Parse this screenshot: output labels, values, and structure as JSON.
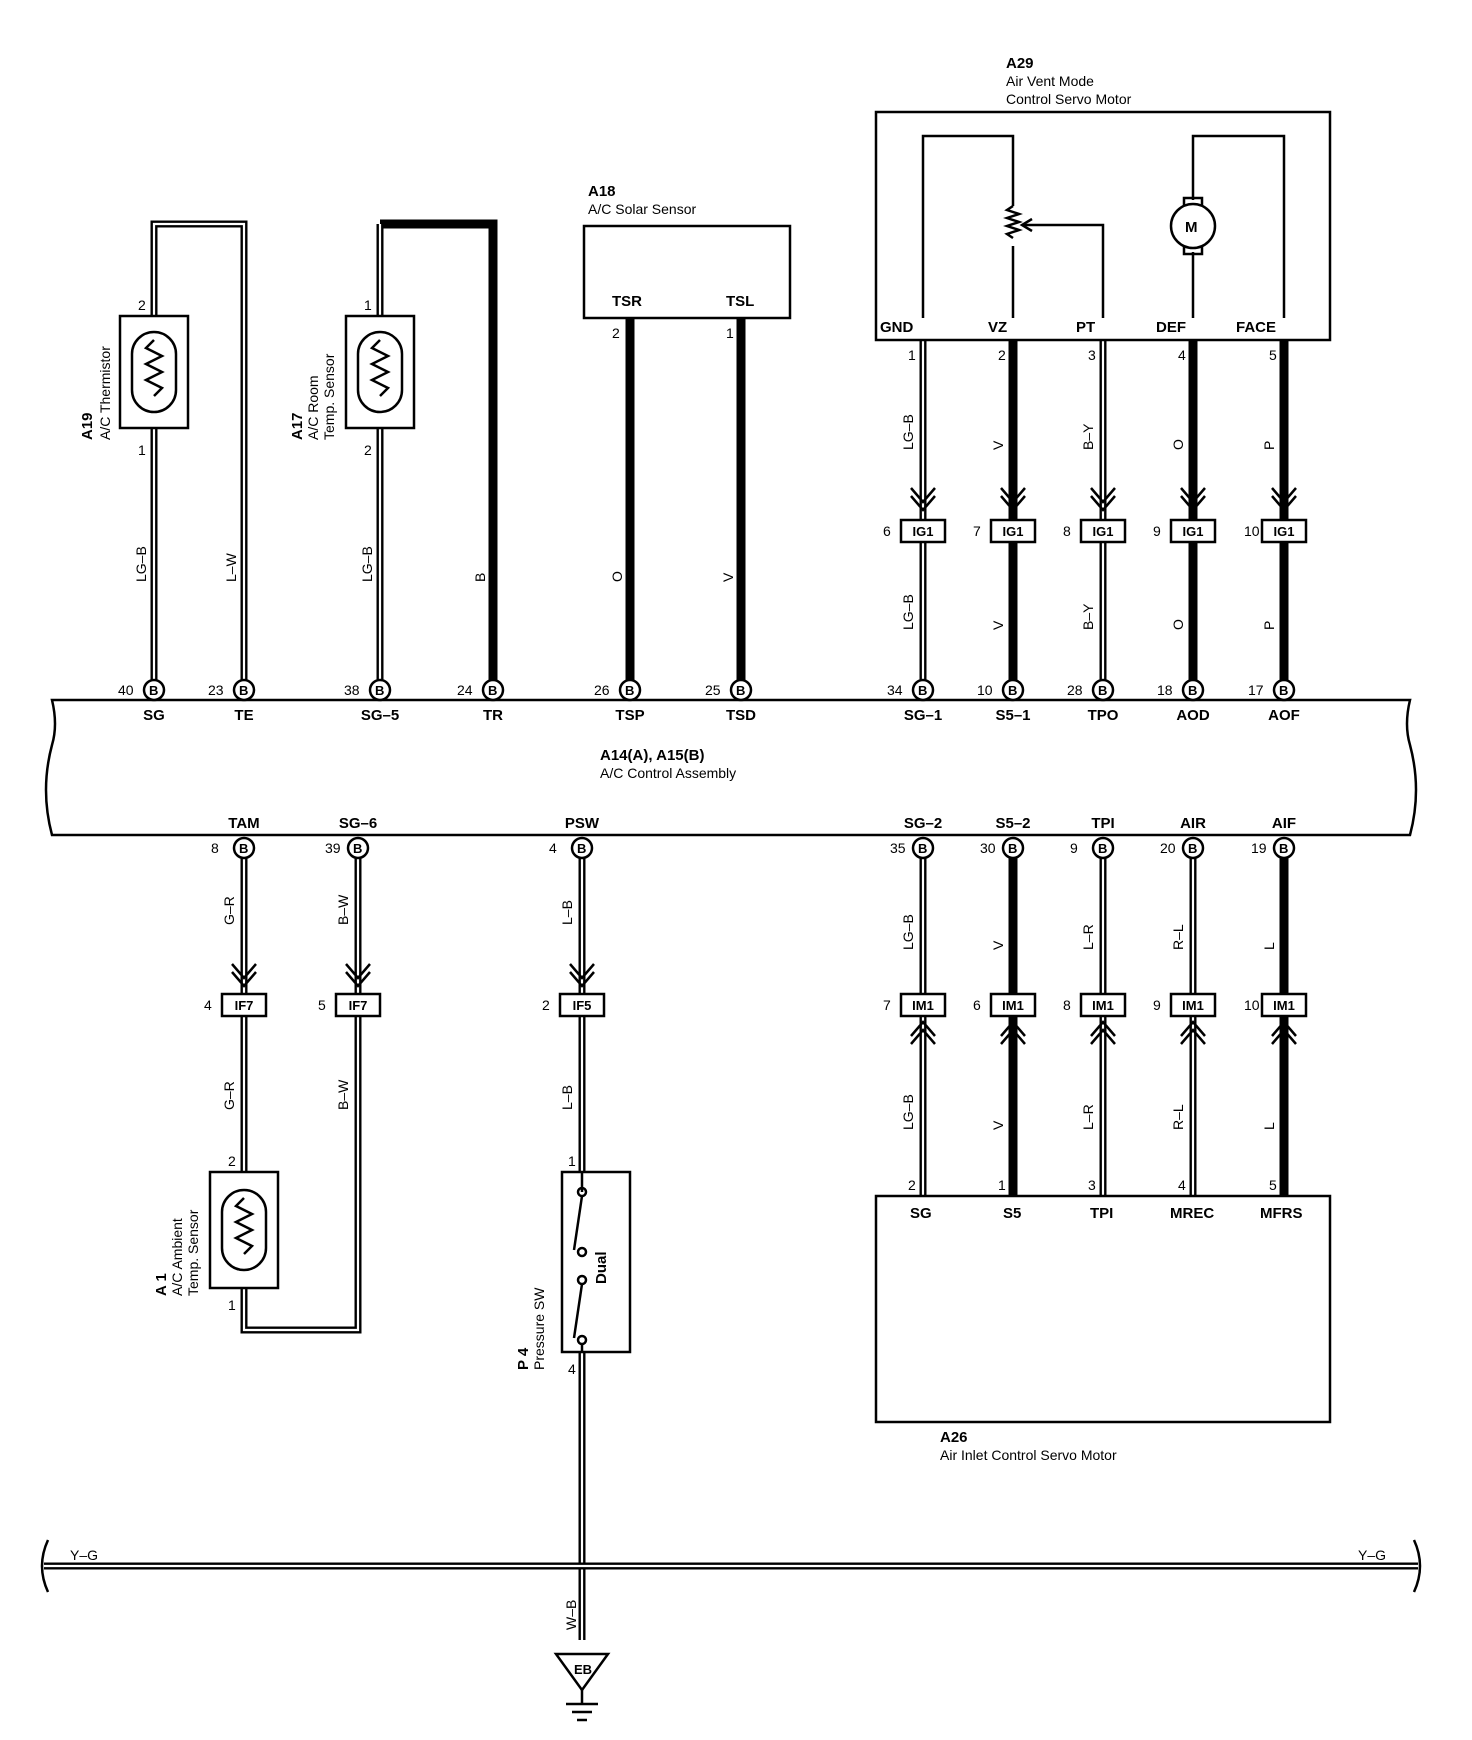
{
  "assembly": {
    "id": "A14(A), A15(B)",
    "name": "A/C Control Assembly"
  },
  "top_terms": [
    {
      "pin": "40",
      "name": "SG",
      "color": "LG–B"
    },
    {
      "pin": "23",
      "name": "TE",
      "color": "L–W"
    },
    {
      "pin": "38",
      "name": "SG–5",
      "color": "LG–B"
    },
    {
      "pin": "24",
      "name": "TR",
      "color": "B"
    },
    {
      "pin": "26",
      "name": "TSP",
      "color": "O"
    },
    {
      "pin": "25",
      "name": "TSD",
      "color": "V"
    },
    {
      "pin": "34",
      "name": "SG–1",
      "color": "LG–B"
    },
    {
      "pin": "10",
      "name": "S5–1",
      "color": "V"
    },
    {
      "pin": "28",
      "name": "TPO",
      "color": "B–Y"
    },
    {
      "pin": "18",
      "name": "AOD",
      "color": "O"
    },
    {
      "pin": "17",
      "name": "AOF",
      "color": "P"
    }
  ],
  "bottom_terms": [
    {
      "pin": "8",
      "name": "TAM",
      "color": "G–R"
    },
    {
      "pin": "39",
      "name": "SG–6",
      "color": "B–W"
    },
    {
      "pin": "4",
      "name": "PSW",
      "color": "L–B"
    },
    {
      "pin": "35",
      "name": "SG–2",
      "color": "LG–B"
    },
    {
      "pin": "30",
      "name": "S5–2",
      "color": "V"
    },
    {
      "pin": "9",
      "name": "TPI",
      "color": "L–R"
    },
    {
      "pin": "20",
      "name": "AIR",
      "color": "R–L"
    },
    {
      "pin": "19",
      "name": "AIF",
      "color": "L"
    }
  ],
  "connector_letter": "B",
  "a19": {
    "id": "A19",
    "name": "A/C Thermistor",
    "pin_top": "2",
    "pin_bot": "1"
  },
  "a17": {
    "id": "A17",
    "name1": "A/C Room",
    "name2": "Temp. Sensor",
    "pin_top": "1",
    "pin_bot": "2"
  },
  "a18": {
    "id": "A18",
    "name": "A/C Solar Sensor",
    "t1": "TSR",
    "t2": "TSL",
    "p1": "2",
    "p2": "1"
  },
  "a29": {
    "id": "A29",
    "name1": "Air Vent Mode",
    "name2": "Control Servo Motor",
    "motor": "M",
    "terms": [
      {
        "name": "GND",
        "pin": "1"
      },
      {
        "name": "VZ",
        "pin": "2"
      },
      {
        "name": "PT",
        "pin": "3"
      },
      {
        "name": "DEF",
        "pin": "4"
      },
      {
        "name": "FACE",
        "pin": "5"
      }
    ]
  },
  "ig1": {
    "label": "IG1",
    "pins": [
      "6",
      "7",
      "8",
      "9",
      "10"
    ]
  },
  "im1": {
    "label": "IM1",
    "pins": [
      "7",
      "6",
      "8",
      "9",
      "10"
    ]
  },
  "if_conns": [
    {
      "pin": "4",
      "label": "IF7"
    },
    {
      "pin": "5",
      "label": "IF7"
    },
    {
      "pin": "2",
      "label": "IF5"
    }
  ],
  "a26": {
    "id": "A26",
    "name": "Air Inlet Control Servo Motor",
    "terms": [
      {
        "name": "SG",
        "pin": "2"
      },
      {
        "name": "S5",
        "pin": "1"
      },
      {
        "name": "TPI",
        "pin": "3"
      },
      {
        "name": "MREC",
        "pin": "4"
      },
      {
        "name": "MFRS",
        "pin": "5"
      }
    ]
  },
  "a1": {
    "id": "A 1",
    "name1": "A/C Ambient",
    "name2": "Temp. Sensor",
    "pin_top": "2",
    "pin_bot": "1"
  },
  "p4": {
    "id": "P 4",
    "name": "Pressure SW",
    "dual": "Dual",
    "pin_top": "1",
    "pin_bot": "4"
  },
  "bus": {
    "left": "Y–G",
    "right": "Y–G"
  },
  "ground": {
    "wire": "W–B",
    "label": "EB"
  }
}
